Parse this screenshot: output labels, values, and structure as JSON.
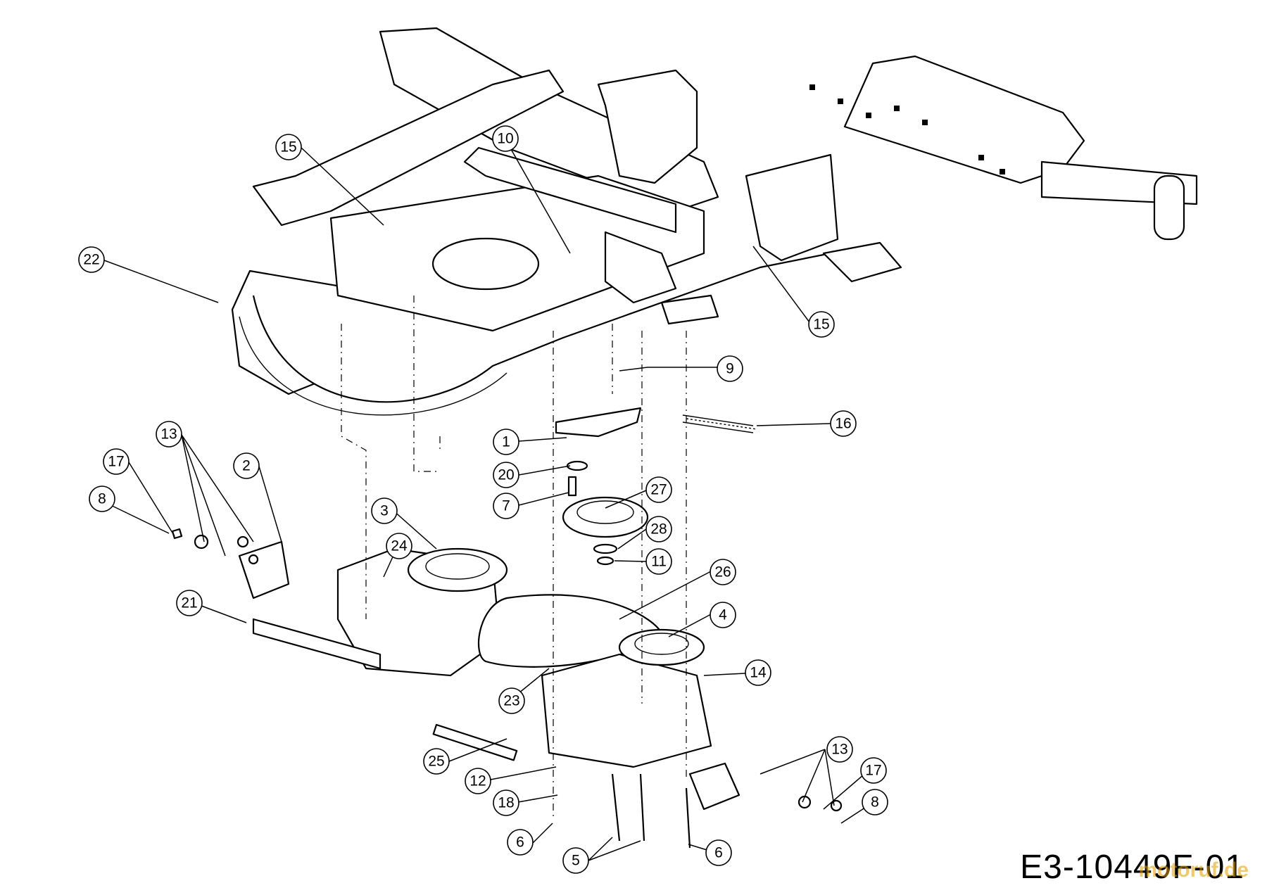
{
  "drawing_code": "E3-10449F-01",
  "watermark": "motoruf.de",
  "callouts": [
    {
      "label": "15"
    },
    {
      "label": "10"
    },
    {
      "label": "22"
    },
    {
      "label": "15"
    },
    {
      "label": "9"
    },
    {
      "label": "16"
    },
    {
      "label": "1"
    },
    {
      "label": "20"
    },
    {
      "label": "7"
    },
    {
      "label": "27"
    },
    {
      "label": "28"
    },
    {
      "label": "11"
    },
    {
      "label": "13"
    },
    {
      "label": "17"
    },
    {
      "label": "2"
    },
    {
      "label": "8"
    },
    {
      "label": "3"
    },
    {
      "label": "24"
    },
    {
      "label": "21"
    },
    {
      "label": "26"
    },
    {
      "label": "4"
    },
    {
      "label": "14"
    },
    {
      "label": "23"
    },
    {
      "label": "25"
    },
    {
      "label": "12"
    },
    {
      "label": "18"
    },
    {
      "label": "6"
    },
    {
      "label": "5"
    },
    {
      "label": "6"
    },
    {
      "label": "13"
    },
    {
      "label": "17"
    },
    {
      "label": "8"
    }
  ]
}
